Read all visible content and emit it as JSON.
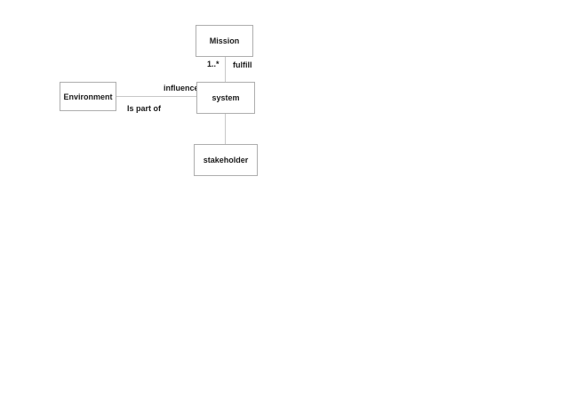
{
  "diagram": {
    "type": "concept-relationship-diagram",
    "colors": {
      "background": "#ffffff",
      "node_fill": "#ffffff",
      "node_border": "#aeaeae",
      "connector": "#c8c8c8",
      "text": "#1a1a1a"
    },
    "nodes": {
      "mission": {
        "label": "Mission"
      },
      "environment": {
        "label": "Environment"
      },
      "system": {
        "label": "system"
      },
      "stakeholder": {
        "label": "stakeholder"
      }
    },
    "edges": {
      "mission_system": {
        "source": "system",
        "target": "Mission",
        "multiplicity": "1..*",
        "name": "fulfill"
      },
      "environment_system": {
        "source": "Environment",
        "target": "system",
        "name": "influence",
        "role": "Is part of"
      },
      "system_stakeholder": {
        "source": "system",
        "target": "stakeholder"
      }
    }
  }
}
